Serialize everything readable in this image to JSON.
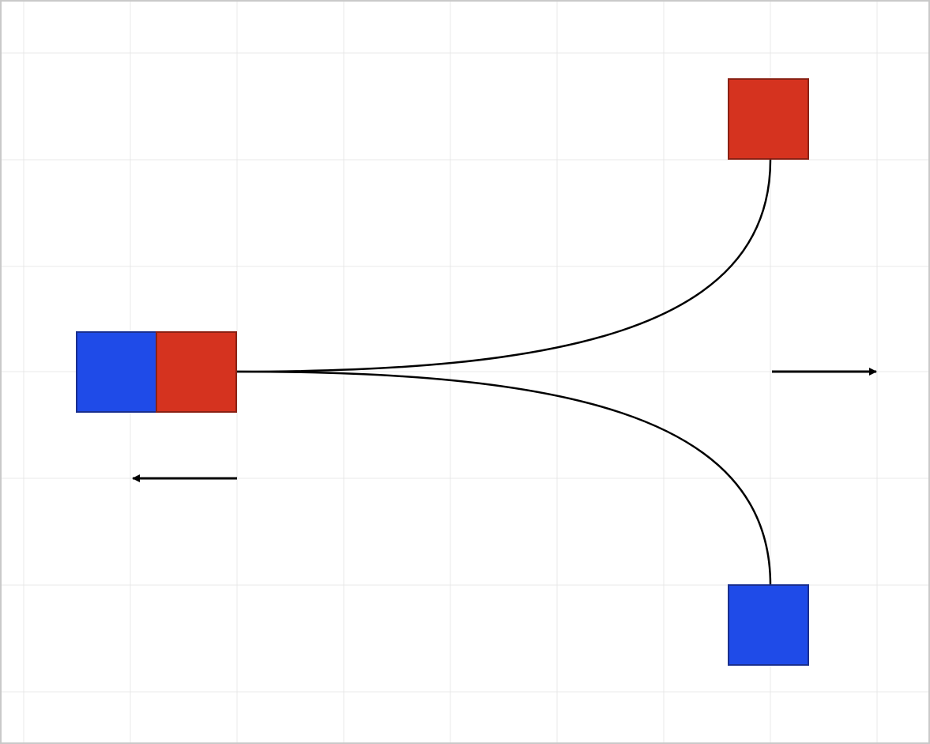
{
  "diagram": {
    "colors": {
      "blue": "#1f4be8",
      "red": "#d5331f",
      "line": "#000000",
      "grid": "#e9e9e9",
      "background": "#ffffff",
      "border": "#c9c9c9"
    },
    "nodes": [
      {
        "id": "source-blue",
        "color": "blue"
      },
      {
        "id": "source-red",
        "color": "red"
      },
      {
        "id": "target-red",
        "color": "red"
      },
      {
        "id": "target-blue",
        "color": "blue"
      }
    ],
    "edges": [
      {
        "from": "source-red",
        "to": "target-red"
      },
      {
        "from": "source-red",
        "to": "target-blue"
      }
    ],
    "arrows": [
      {
        "id": "arrow-left",
        "direction": "left"
      },
      {
        "id": "arrow-right",
        "direction": "right"
      }
    ]
  }
}
